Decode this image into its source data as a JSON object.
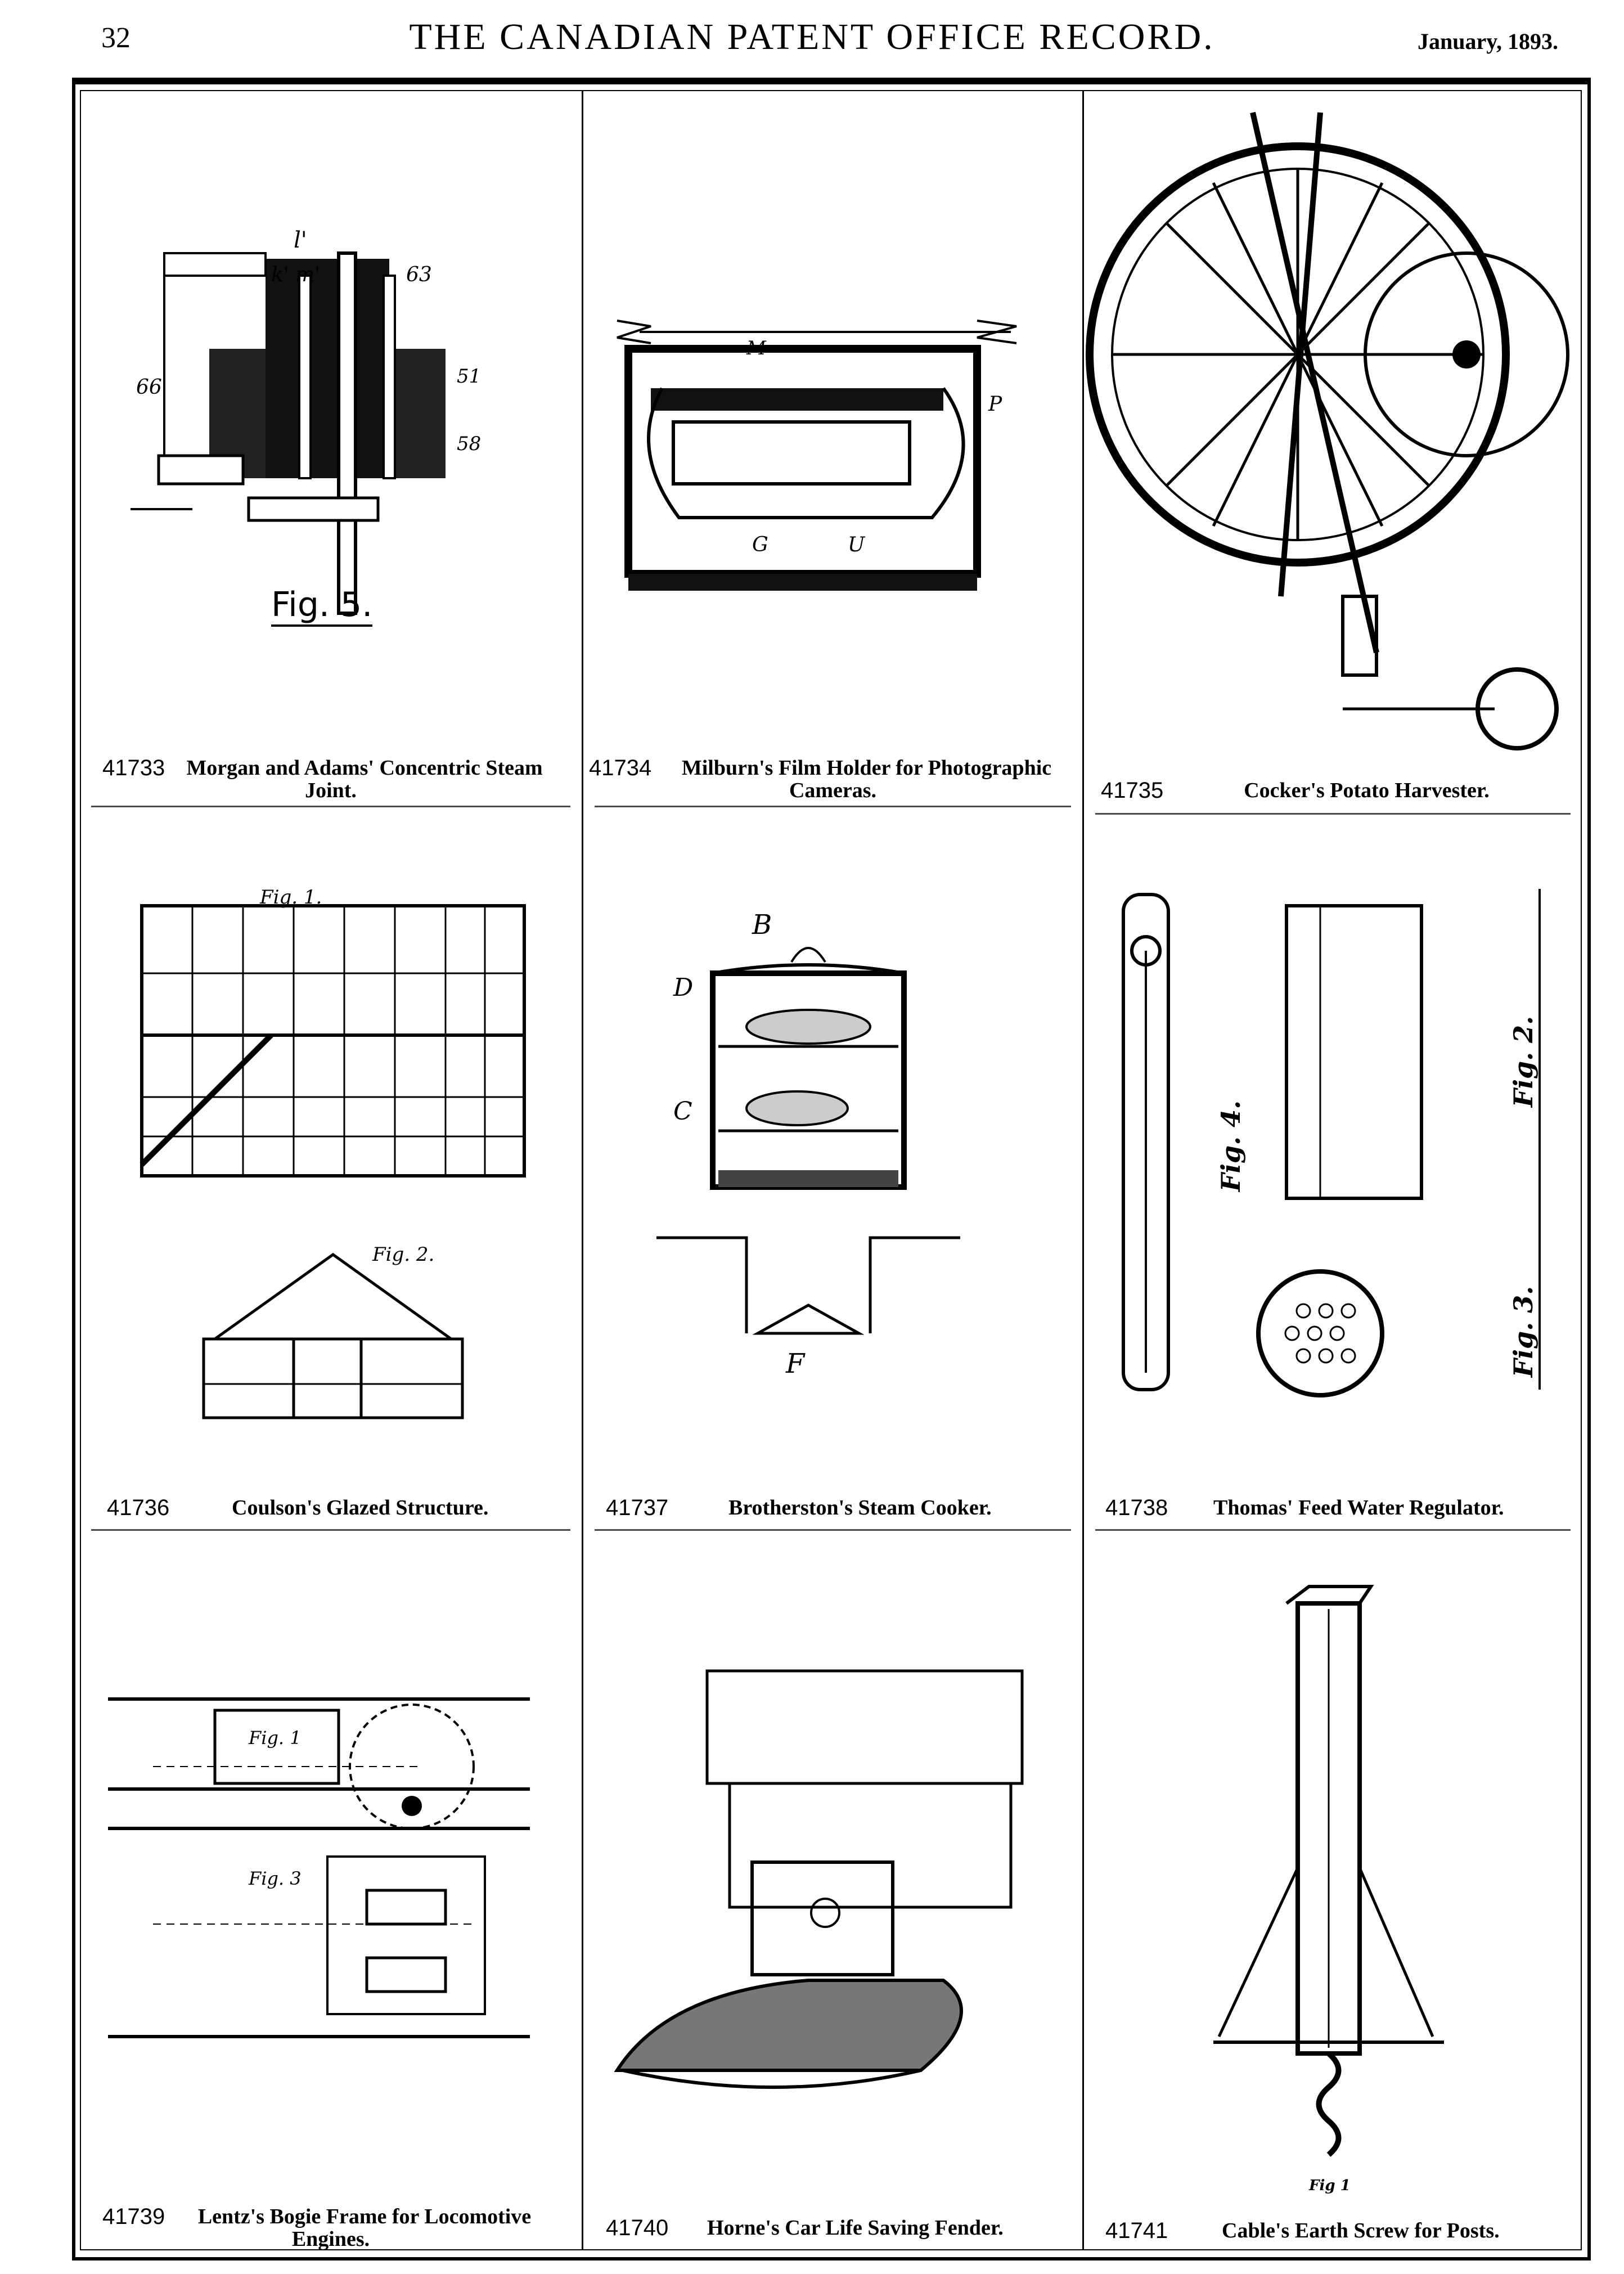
{
  "header": {
    "page_number": "32",
    "title": "THE CANADIAN PATENT OFFICE RECORD.",
    "date": "January, 1893."
  },
  "patents": [
    {
      "number": "41733",
      "title": "Morgan and Adams' Concentric Steam",
      "title_line2": "Joint.",
      "figure_label": "Fig. 5."
    },
    {
      "number": "41734",
      "title": "Milburn's Film Holder for Photographic",
      "title_line2": "Cameras."
    },
    {
      "number": "41735",
      "title": "Cocker's Potato Harvester."
    },
    {
      "number": "41736",
      "title": "Coulson's Glazed Structure.",
      "figure_label": "Fig. 1.",
      "figure_label2": "Fig. 2."
    },
    {
      "number": "41737",
      "title": "Brotherston's Steam Cooker."
    },
    {
      "number": "41738",
      "title": "Thomas' Feed Water Regulator.",
      "figure_label": "Fig. 4.",
      "figure_label2": "Fig. 2.",
      "figure_label3": "Fig. 3."
    },
    {
      "number": "41739",
      "title": "Lentz's Bogie Frame for Locomotive",
      "title_line2": "Engines.",
      "figure_label": "Fig. 1",
      "figure_label2": "Fig. 3"
    },
    {
      "number": "41740",
      "title": "Horne's Car Life Saving Fender."
    },
    {
      "number": "41741",
      "title": "Cable's Earth Screw for Posts.",
      "figure_label": "Fig 1"
    }
  ]
}
